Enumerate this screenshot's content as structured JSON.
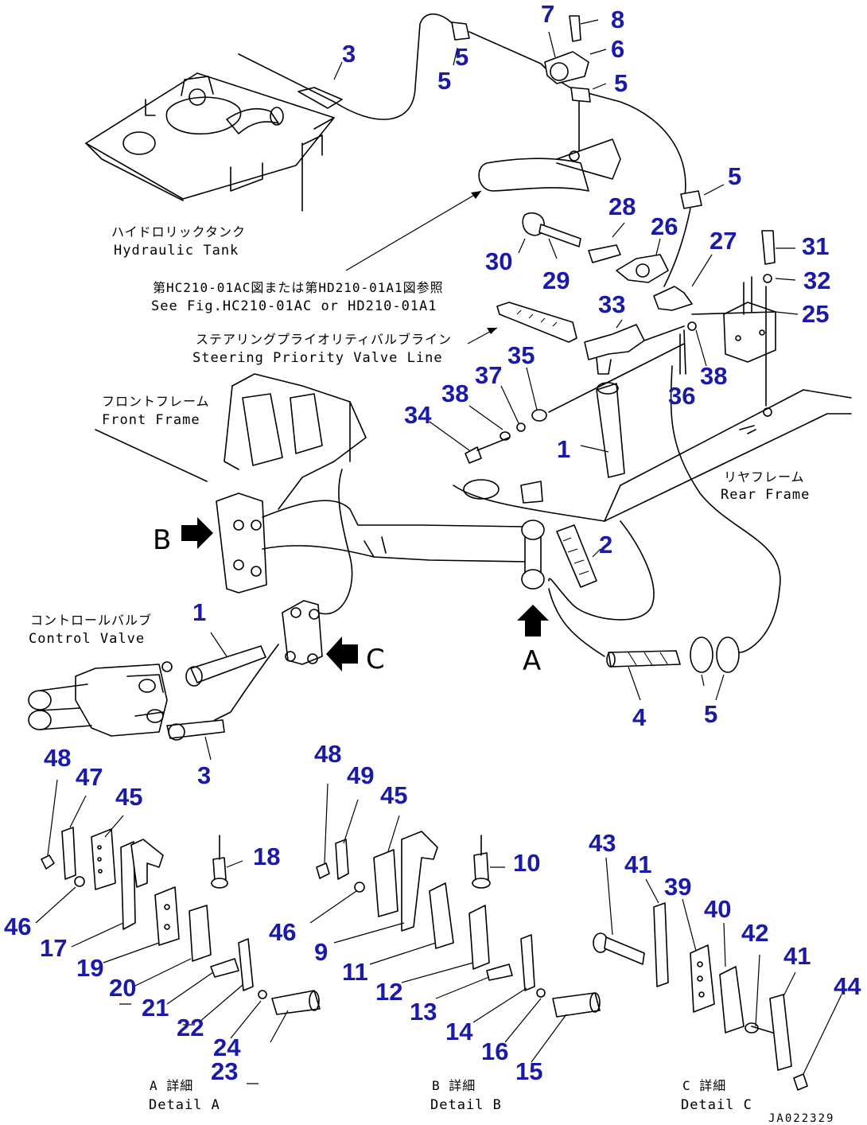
{
  "colors": {
    "callout": "#1a1aa8",
    "line": "#000000",
    "background": "#ffffff"
  },
  "labels": {
    "hydraulic_tank_jp": "ハイドロリックタンク",
    "hydraulic_tank_en": "Hydraulic Tank",
    "see_fig_jp": "第HC210-01AC図または第HD210-01A1図参照",
    "see_fig_en": "See Fig.HC210-01AC or HD210-01A1",
    "steering_jp": "ステアリングプライオリティバルブライン",
    "steering_en": "Steering Priority Valve Line",
    "front_frame_jp": "フロントフレーム",
    "front_frame_en": "Front Frame",
    "rear_frame_jp": "リヤフレーム",
    "rear_frame_en": "Rear Frame",
    "control_valve_jp": "コントロールバルブ",
    "control_valve_en": "Control Valve",
    "detail_a_jp": "A 詳細",
    "detail_a_en": "Detail A",
    "detail_b_jp": "B 詳細",
    "detail_b_en": "Detail B",
    "detail_c_jp": "C 詳細",
    "detail_c_en": "Detail C",
    "view_a": "A",
    "view_b": "B",
    "view_c": "C",
    "drawing_no": "JA022329"
  },
  "callouts": [
    "1",
    "1",
    "2",
    "3",
    "3",
    "4",
    "5",
    "5",
    "5",
    "5",
    "5",
    "6",
    "7",
    "8",
    "9",
    "10",
    "11",
    "12",
    "13",
    "14",
    "15",
    "16",
    "17",
    "18",
    "19",
    "20",
    "21",
    "22",
    "23",
    "24",
    "25",
    "26",
    "27",
    "28",
    "29",
    "30",
    "31",
    "32",
    "33",
    "34",
    "35",
    "36",
    "37",
    "38",
    "38",
    "39",
    "40",
    "41",
    "41",
    "42",
    "43",
    "44",
    "45",
    "45",
    "46",
    "46",
    "47",
    "48",
    "48",
    "49"
  ]
}
